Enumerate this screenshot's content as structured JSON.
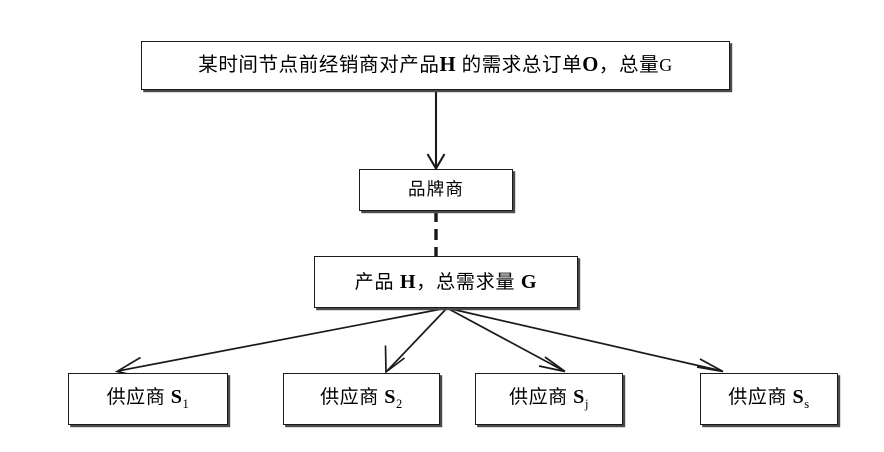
{
  "diagram": {
    "title": "某时间节点前经销商对产品 H 的需求总订单 O，总量 G",
    "type": "flowchart",
    "background_color": "#ffffff",
    "line_color": "#1a1a1a",
    "box_border_color": "#1a1a1a",
    "box_shadow_color": "#4a4a4a",
    "box_fill_color": "#ffffff"
  },
  "nodes": {
    "order": {
      "id": "order-node",
      "text": "某时间节点前经销商对产品 H 的需求总订单 O，总量 G",
      "parts": {
        "seg1": "某时间节点前经销商对产品",
        "var_h": "H",
        "seg2": "的需求总订单",
        "var_o": "O",
        "seg3": "，总量",
        "var_g": "G"
      }
    },
    "brand": {
      "id": "brand-node",
      "text": "品牌商"
    },
    "product": {
      "id": "product-node",
      "text": "产品 H，总需求量 G",
      "parts": {
        "seg1": "产品",
        "var_h": "H",
        "seg2": "，总需求量",
        "var_g": "G"
      }
    }
  },
  "suppliers": [
    {
      "id": "supplier-1",
      "label": "供应商",
      "symbol": "S",
      "subscript": "1",
      "text": "供应商 S₁"
    },
    {
      "id": "supplier-2",
      "label": "供应商",
      "symbol": "S",
      "subscript": "2",
      "text": "供应商 S₂"
    },
    {
      "id": "supplier-j",
      "label": "供应商",
      "symbol": "S",
      "subscript": "j",
      "text": "供应商 Sⱼ"
    },
    {
      "id": "supplier-s",
      "label": "供应商",
      "symbol": "S",
      "subscript": "s",
      "text": "供应商 Sₛ"
    }
  ],
  "connectors": [
    {
      "id": "order-to-brand",
      "from": "order",
      "to": "brand",
      "style": "solid",
      "arrow": "open-v"
    },
    {
      "id": "brand-to-product",
      "from": "brand",
      "to": "product",
      "style": "dashed",
      "arrow": "none"
    },
    {
      "id": "product-to-supplier-1",
      "from": "product",
      "to": "supplier-1",
      "style": "solid",
      "arrow": "open-v"
    },
    {
      "id": "product-to-supplier-2",
      "from": "product",
      "to": "supplier-2",
      "style": "solid",
      "arrow": "open-v"
    },
    {
      "id": "product-to-supplier-j",
      "from": "product",
      "to": "supplier-j",
      "style": "solid",
      "arrow": "open-v"
    },
    {
      "id": "product-to-supplier-s",
      "from": "product",
      "to": "supplier-s",
      "style": "solid",
      "arrow": "open-v"
    }
  ]
}
